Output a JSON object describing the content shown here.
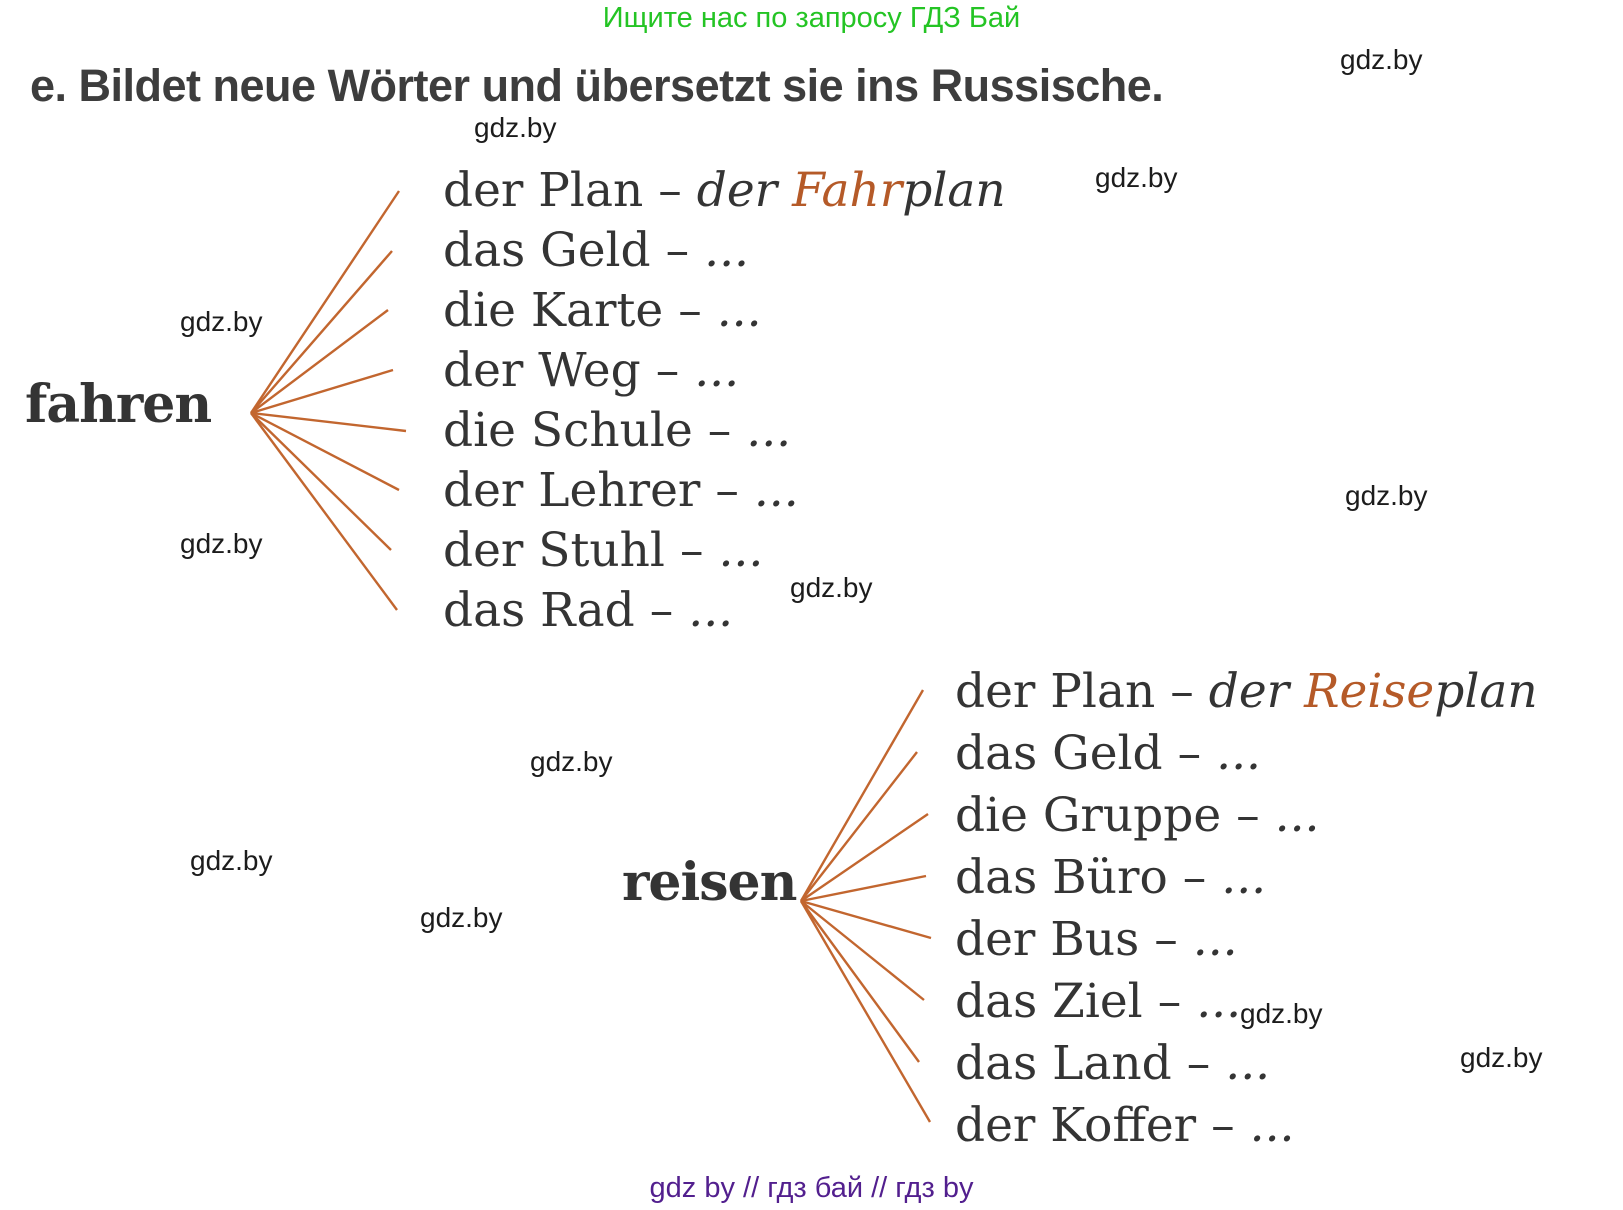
{
  "page": {
    "promo_header": "Ищите нас по запросу ГДЗ Бай",
    "title": "e. Bildet neue Wörter und übersetzt sie ins Russische.",
    "watermark": "gdz.by",
    "footer": "gdz by  //  гдз бай  //  гдз by"
  },
  "colors": {
    "accent_orange": "#b55a28",
    "line_orange": "#c2662f",
    "promo_green": "#24c424",
    "footer_purple": "#521f8e",
    "text_dark": "#343434"
  },
  "exercise": {
    "clusters": [
      {
        "root": "fahren",
        "items": [
          {
            "word": "der Plan",
            "dash": "–",
            "ans_pre": "der ",
            "ans_hl": "Fahr",
            "ans_post": "plan"
          },
          {
            "word": "das Geld",
            "dash": "–",
            "ans_pre": "...",
            "ans_hl": "",
            "ans_post": ""
          },
          {
            "word": "die Karte",
            "dash": "–",
            "ans_pre": "...",
            "ans_hl": "",
            "ans_post": ""
          },
          {
            "word": "der Weg",
            "dash": "–",
            "ans_pre": "...",
            "ans_hl": "",
            "ans_post": ""
          },
          {
            "word": "die Schule",
            "dash": "–",
            "ans_pre": "...",
            "ans_hl": "",
            "ans_post": ""
          },
          {
            "word": "der Lehrer",
            "dash": "–",
            "ans_pre": "...",
            "ans_hl": "",
            "ans_post": ""
          },
          {
            "word": "der Stuhl",
            "dash": "–",
            "ans_pre": "...",
            "ans_hl": "",
            "ans_post": ""
          },
          {
            "word": "das Rad",
            "dash": "–",
            "ans_pre": "...",
            "ans_hl": "",
            "ans_post": ""
          }
        ]
      },
      {
        "root": "reisen",
        "items": [
          {
            "word": "der Plan",
            "dash": "–",
            "ans_pre": "der ",
            "ans_hl": "Reise",
            "ans_post": "plan"
          },
          {
            "word": "das Geld",
            "dash": "–",
            "ans_pre": "...",
            "ans_hl": "",
            "ans_post": ""
          },
          {
            "word": "die Gruppe",
            "dash": "–",
            "ans_pre": "...",
            "ans_hl": "",
            "ans_post": ""
          },
          {
            "word": "das Büro",
            "dash": "–",
            "ans_pre": "...",
            "ans_hl": "",
            "ans_post": ""
          },
          {
            "word": "der Bus",
            "dash": "–",
            "ans_pre": "...",
            "ans_hl": "",
            "ans_post": ""
          },
          {
            "word": "das Ziel",
            "dash": "–",
            "ans_pre": "...",
            "ans_hl": "",
            "ans_post": ""
          },
          {
            "word": "das Land",
            "dash": "–",
            "ans_pre": "...",
            "ans_hl": "",
            "ans_post": ""
          },
          {
            "word": "der Koffer",
            "dash": "–",
            "ans_pre": "...",
            "ans_hl": "",
            "ans_post": ""
          }
        ]
      }
    ]
  }
}
